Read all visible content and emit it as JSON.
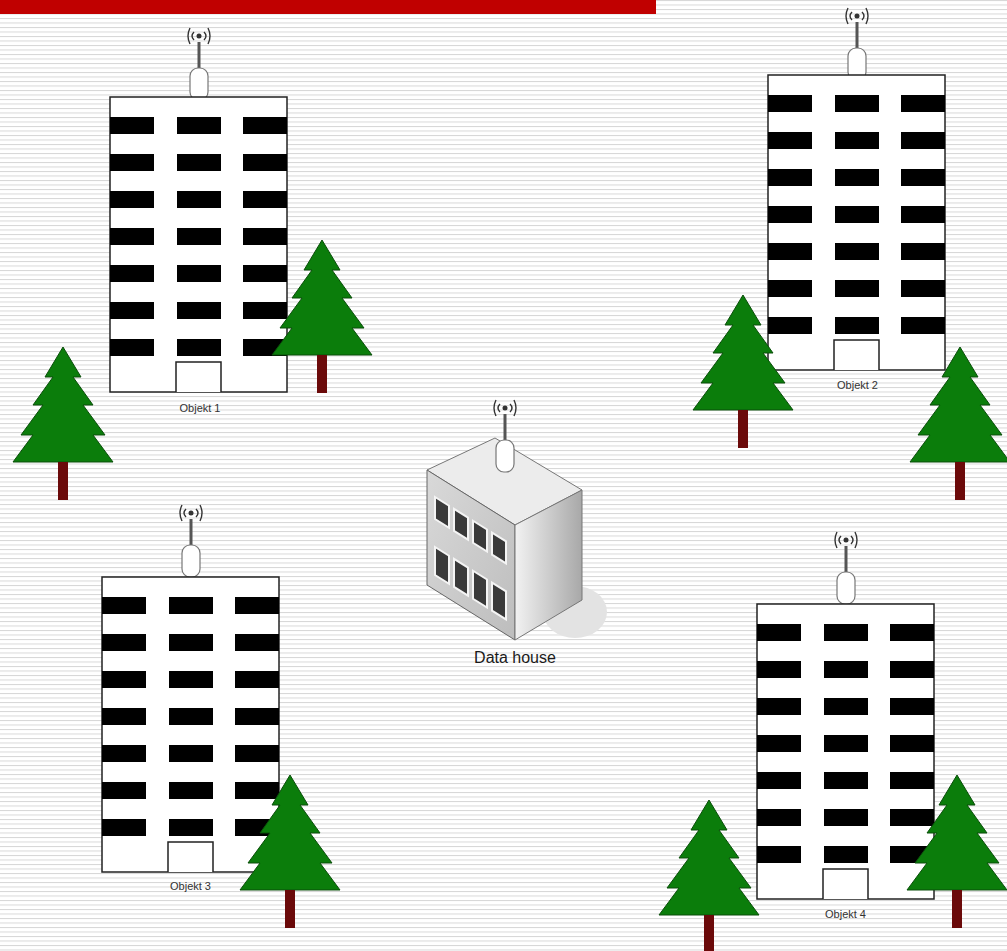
{
  "diagram": {
    "nodes": [
      {
        "text": [
          "Objekt 1"
        ]
      },
      {
        "text": [
          "Objekt 2"
        ]
      },
      {
        "text": [
          "Data house"
        ]
      },
      {
        "text": [
          "Objekt 3"
        ]
      },
      {
        "text": [
          "Objekt 4"
        ]
      }
    ]
  }
}
